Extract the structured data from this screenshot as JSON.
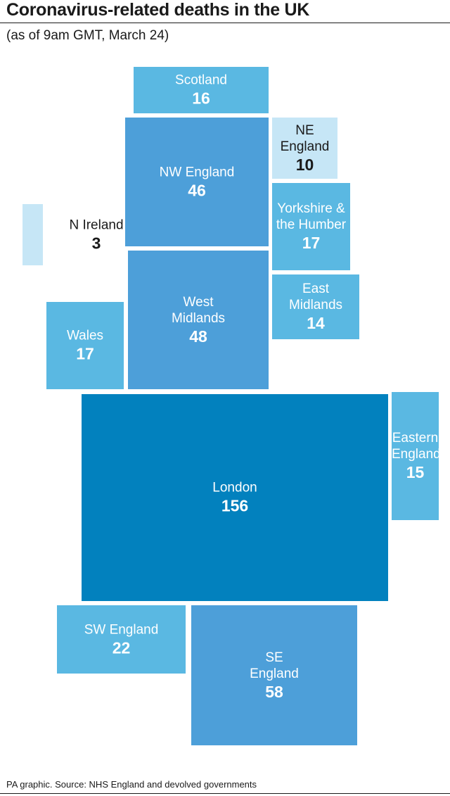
{
  "header": {
    "title": "Coronavirus-related deaths in the UK",
    "subtitle": "(as of 9am GMT, March 24)"
  },
  "footer": {
    "source": "PA graphic. Source: NHS England and devolved governments"
  },
  "colors": {
    "lightest": "#c6e6f6",
    "light": "#5ab8e2",
    "medium": "#4d9fd9",
    "dark": "#0281be"
  },
  "chart_data": {
    "type": "treemap",
    "title": "Coronavirus-related deaths in the UK",
    "subtitle": "(as of 9am GMT, March 24)",
    "regions": [
      {
        "id": "scotland",
        "name": "Scotland",
        "value": 16,
        "color": "#5ab8e2"
      },
      {
        "id": "nw-england",
        "name": "NW England",
        "value": 46,
        "color": "#4d9fd9"
      },
      {
        "id": "ne-england",
        "name": "NE\nEngland",
        "value": 10,
        "color": "#c6e6f6"
      },
      {
        "id": "yorkshire",
        "name": "Yorkshire &\nthe Humber",
        "value": 17,
        "color": "#5ab8e2"
      },
      {
        "id": "n-ireland",
        "name": "N Ireland",
        "value": 3,
        "color": "#c6e6f6"
      },
      {
        "id": "west-midlands",
        "name": "West\nMidlands",
        "value": 48,
        "color": "#4d9fd9"
      },
      {
        "id": "east-midlands",
        "name": "East\nMidlands",
        "value": 14,
        "color": "#5ab8e2"
      },
      {
        "id": "wales",
        "name": "Wales",
        "value": 17,
        "color": "#5ab8e2"
      },
      {
        "id": "london",
        "name": "London",
        "value": 156,
        "color": "#0281be"
      },
      {
        "id": "eastern-england",
        "name": "Eastern\nEngland",
        "value": 15,
        "color": "#5ab8e2"
      },
      {
        "id": "sw-england",
        "name": "SW England",
        "value": 22,
        "color": "#5ab8e2"
      },
      {
        "id": "se-england",
        "name": "SE\nEngland",
        "value": 58,
        "color": "#4d9fd9"
      }
    ]
  }
}
